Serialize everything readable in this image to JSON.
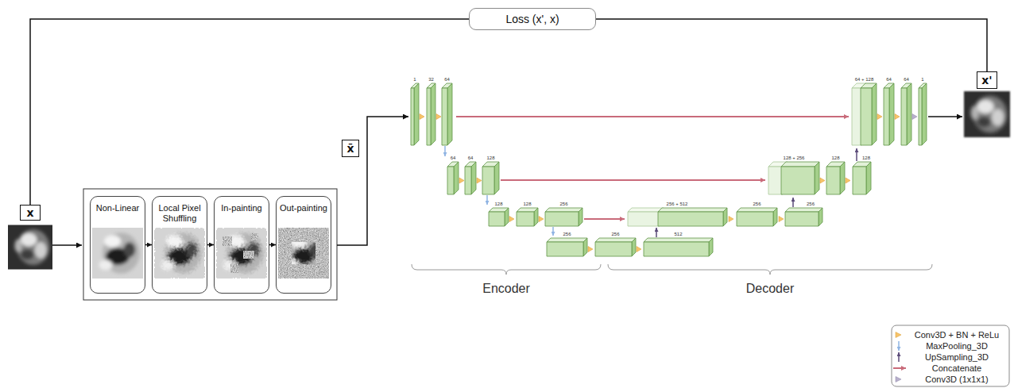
{
  "diagram": {
    "nodes": [
      {
        "text": [
          "Loss (x', x)"
        ]
      },
      {
        "text": [
          "x"
        ]
      },
      {
        "text": [
          "Non-Linear"
        ]
      },
      {
        "text": [
          "Local Pixel Shuffling"
        ]
      },
      {
        "text": [
          "In-painting"
        ]
      },
      {
        "text": [
          "Out-painting"
        ]
      },
      {
        "text": [
          "x̄"
        ]
      },
      {
        "text": [
          "x'"
        ]
      }
    ],
    "edges": [
      {
        "from": 1,
        "to": 0,
        "arrow": "none"
      },
      {
        "from": 0,
        "to": 7,
        "arrow": "none"
      },
      {
        "from": 2,
        "to": 3,
        "arrow": "to"
      },
      {
        "from": 3,
        "to": 4,
        "arrow": "to"
      },
      {
        "from": 4,
        "to": 5,
        "arrow": "to"
      }
    ],
    "labels": [
      "1",
      "32",
      "64",
      "64 + 128",
      "64",
      "64",
      "1",
      "64",
      "64",
      "128",
      "128 + 256",
      "128",
      "128",
      "128",
      "128",
      "256",
      "256 + 512",
      "256",
      "256",
      "256",
      "256",
      "512",
      "Encoder",
      "Decoder"
    ],
    "legend": [
      {
        "text": "Conv3D + BN + ReLu"
      },
      {
        "text": "MaxPooling_3D"
      },
      {
        "text": "UpSampling_3D"
      },
      {
        "text": "Concatenate"
      },
      {
        "text": "Conv3D (1x1x1)"
      }
    ]
  }
}
